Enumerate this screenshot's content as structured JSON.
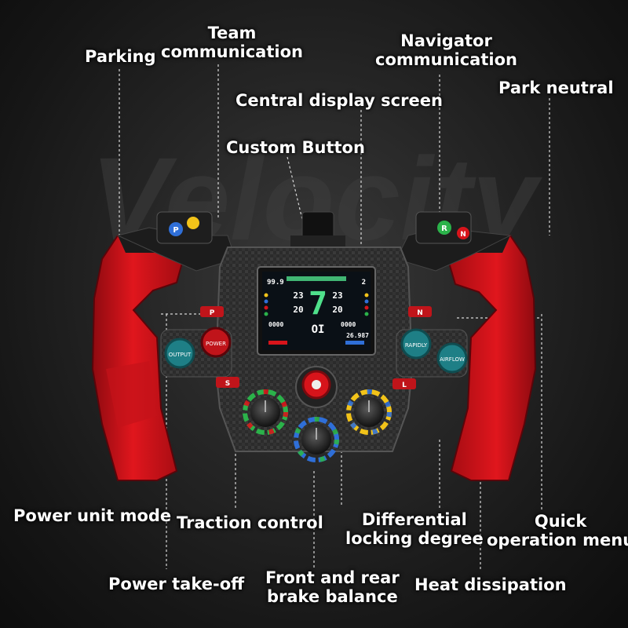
{
  "labels": {
    "team_communication": [
      "Team",
      "communication"
    ],
    "parking": "Parking",
    "navigator_communication": [
      "Navigator",
      "communication"
    ],
    "park_neutral": "Park neutral",
    "central_display_screen": "Central display screen",
    "custom_button": "Custom Button",
    "power_unit_mode": "Power unit mode",
    "traction_control": "Traction control",
    "differential_locking_degree": [
      "Differential",
      "locking degree"
    ],
    "quick_operation_menu": [
      "Quick",
      "operation menu"
    ],
    "power_take_off": "Power take-off",
    "front_rear_brake_balance": [
      "Front and rear",
      "brake balance"
    ],
    "heat_dissipation": "Heat dissipation"
  },
  "background_text": "Velocity",
  "display": {
    "speed": "99.9",
    "gear": "7",
    "lap": "2",
    "left_top": "23",
    "left_bottom": "20",
    "right_top": "23",
    "right_bottom": "20",
    "time": "26.987",
    "counter_left": "0000",
    "counter_right": "0000",
    "word": "OI"
  },
  "buttons": {
    "output": "OUTPUT",
    "power": "POWER",
    "rapidly": "RAPIDLY",
    "airflow": "AIRFLOW",
    "p_left": "P",
    "n_right": "N",
    "r_right": "R",
    "p_tag": "P",
    "n_tag": "N",
    "s_tag": "S",
    "l_tag": "L"
  },
  "colors": {
    "wheel_red": "#d7141b",
    "carbon": "#2a2a2a",
    "display_bg": "#0a1016",
    "gear_green": "#4fe08b",
    "button_teal": "#1e7f86",
    "lever_yellow": "#f2c319",
    "lever_blue": "#2f6fd8",
    "lever_green": "#2bb24a"
  }
}
